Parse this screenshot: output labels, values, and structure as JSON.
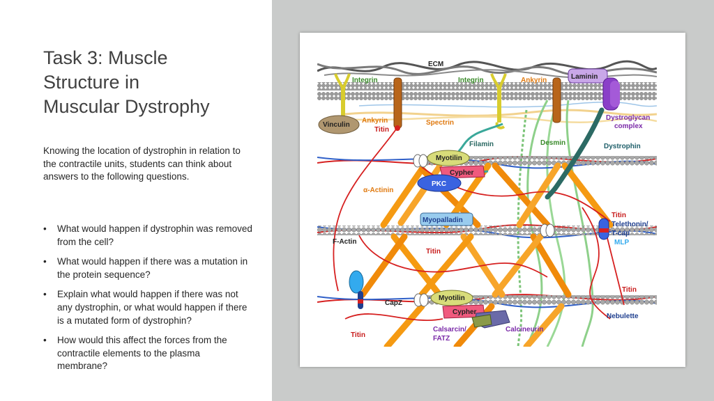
{
  "slide": {
    "title_lines": [
      "Task 3: Muscle",
      "Structure in",
      "Muscular Dystrophy"
    ],
    "intro": "Knowing the location of dystrophin in relation to the contractile units, students can think about answers to the following questions.",
    "questions": [
      "What would happen if dystrophin was removed from the cell?",
      "What would happen if there was a mutation in the protein sequence?",
      "Explain what would happen if there was not any dystrophin, or what would happen if there is a mutated form of dystrophin?",
      "How would this affect the forces from the contractile elements to the plasma membrane?"
    ],
    "bullet": "•"
  },
  "diagram": {
    "labels": {
      "ecm": "ECM",
      "integrin_left": "Integrin",
      "integrin_right": "Integrin",
      "ankyrin_top": "Ankyrin",
      "laminin": "Laminin",
      "vinculin": "Vinculin",
      "ankyrin_left": "Ankyrin",
      "titin_top": "Titin",
      "spectrin": "Spectrin",
      "dystroglycan_1": "Dystroglycan",
      "dystroglycan_2": "complex",
      "filamin": "Filamin",
      "desmin": "Desmin",
      "dystrophin": "Dystrophin",
      "myotilin_top": "Myotilin",
      "cypher_top": "Cypher",
      "pkc": "PKC",
      "alpha_actinin": "α-Actinin",
      "myopalladin": "Myopalladin",
      "titin_right": "Titin",
      "telethonin": "Telethonin/",
      "tcap": "T-cap",
      "mlp": "MLP",
      "factin": "F-Actin",
      "titin_mid": "Titin",
      "capz": "CapZ",
      "myotilin_bottom": "Myotilin",
      "cypher_bottom": "Cypher",
      "titin_right2": "Titin",
      "nebulette": "Nebulette",
      "calsarcin_1": "Calsarcin/",
      "calsarcin_2": "FATZ",
      "calcineurin": "Calcineurin",
      "titin_bottom": "Titin"
    },
    "colors": {
      "label_blue": "#1f3f8f",
      "label_green": "#3a8a2a",
      "label_orange": "#e07a10",
      "label_red": "#c81c1c",
      "label_dark": "#222222",
      "laminin_fill": "#c9a7e8",
      "myotilin_fill": "#d8dc7a",
      "cypher_fill": "#f05a7e",
      "pkc_fill": "#3a63e0",
      "myopalladin_fill": "#99ccee",
      "vinculin_fill": "#b09770",
      "actinin_orange": "#f59a12",
      "dystroglycan_fill": "#8a3fc8",
      "desmin_green": "#8ed08a",
      "spectrin_tan": "#f2d28e",
      "titin_red": "#d62020"
    }
  }
}
